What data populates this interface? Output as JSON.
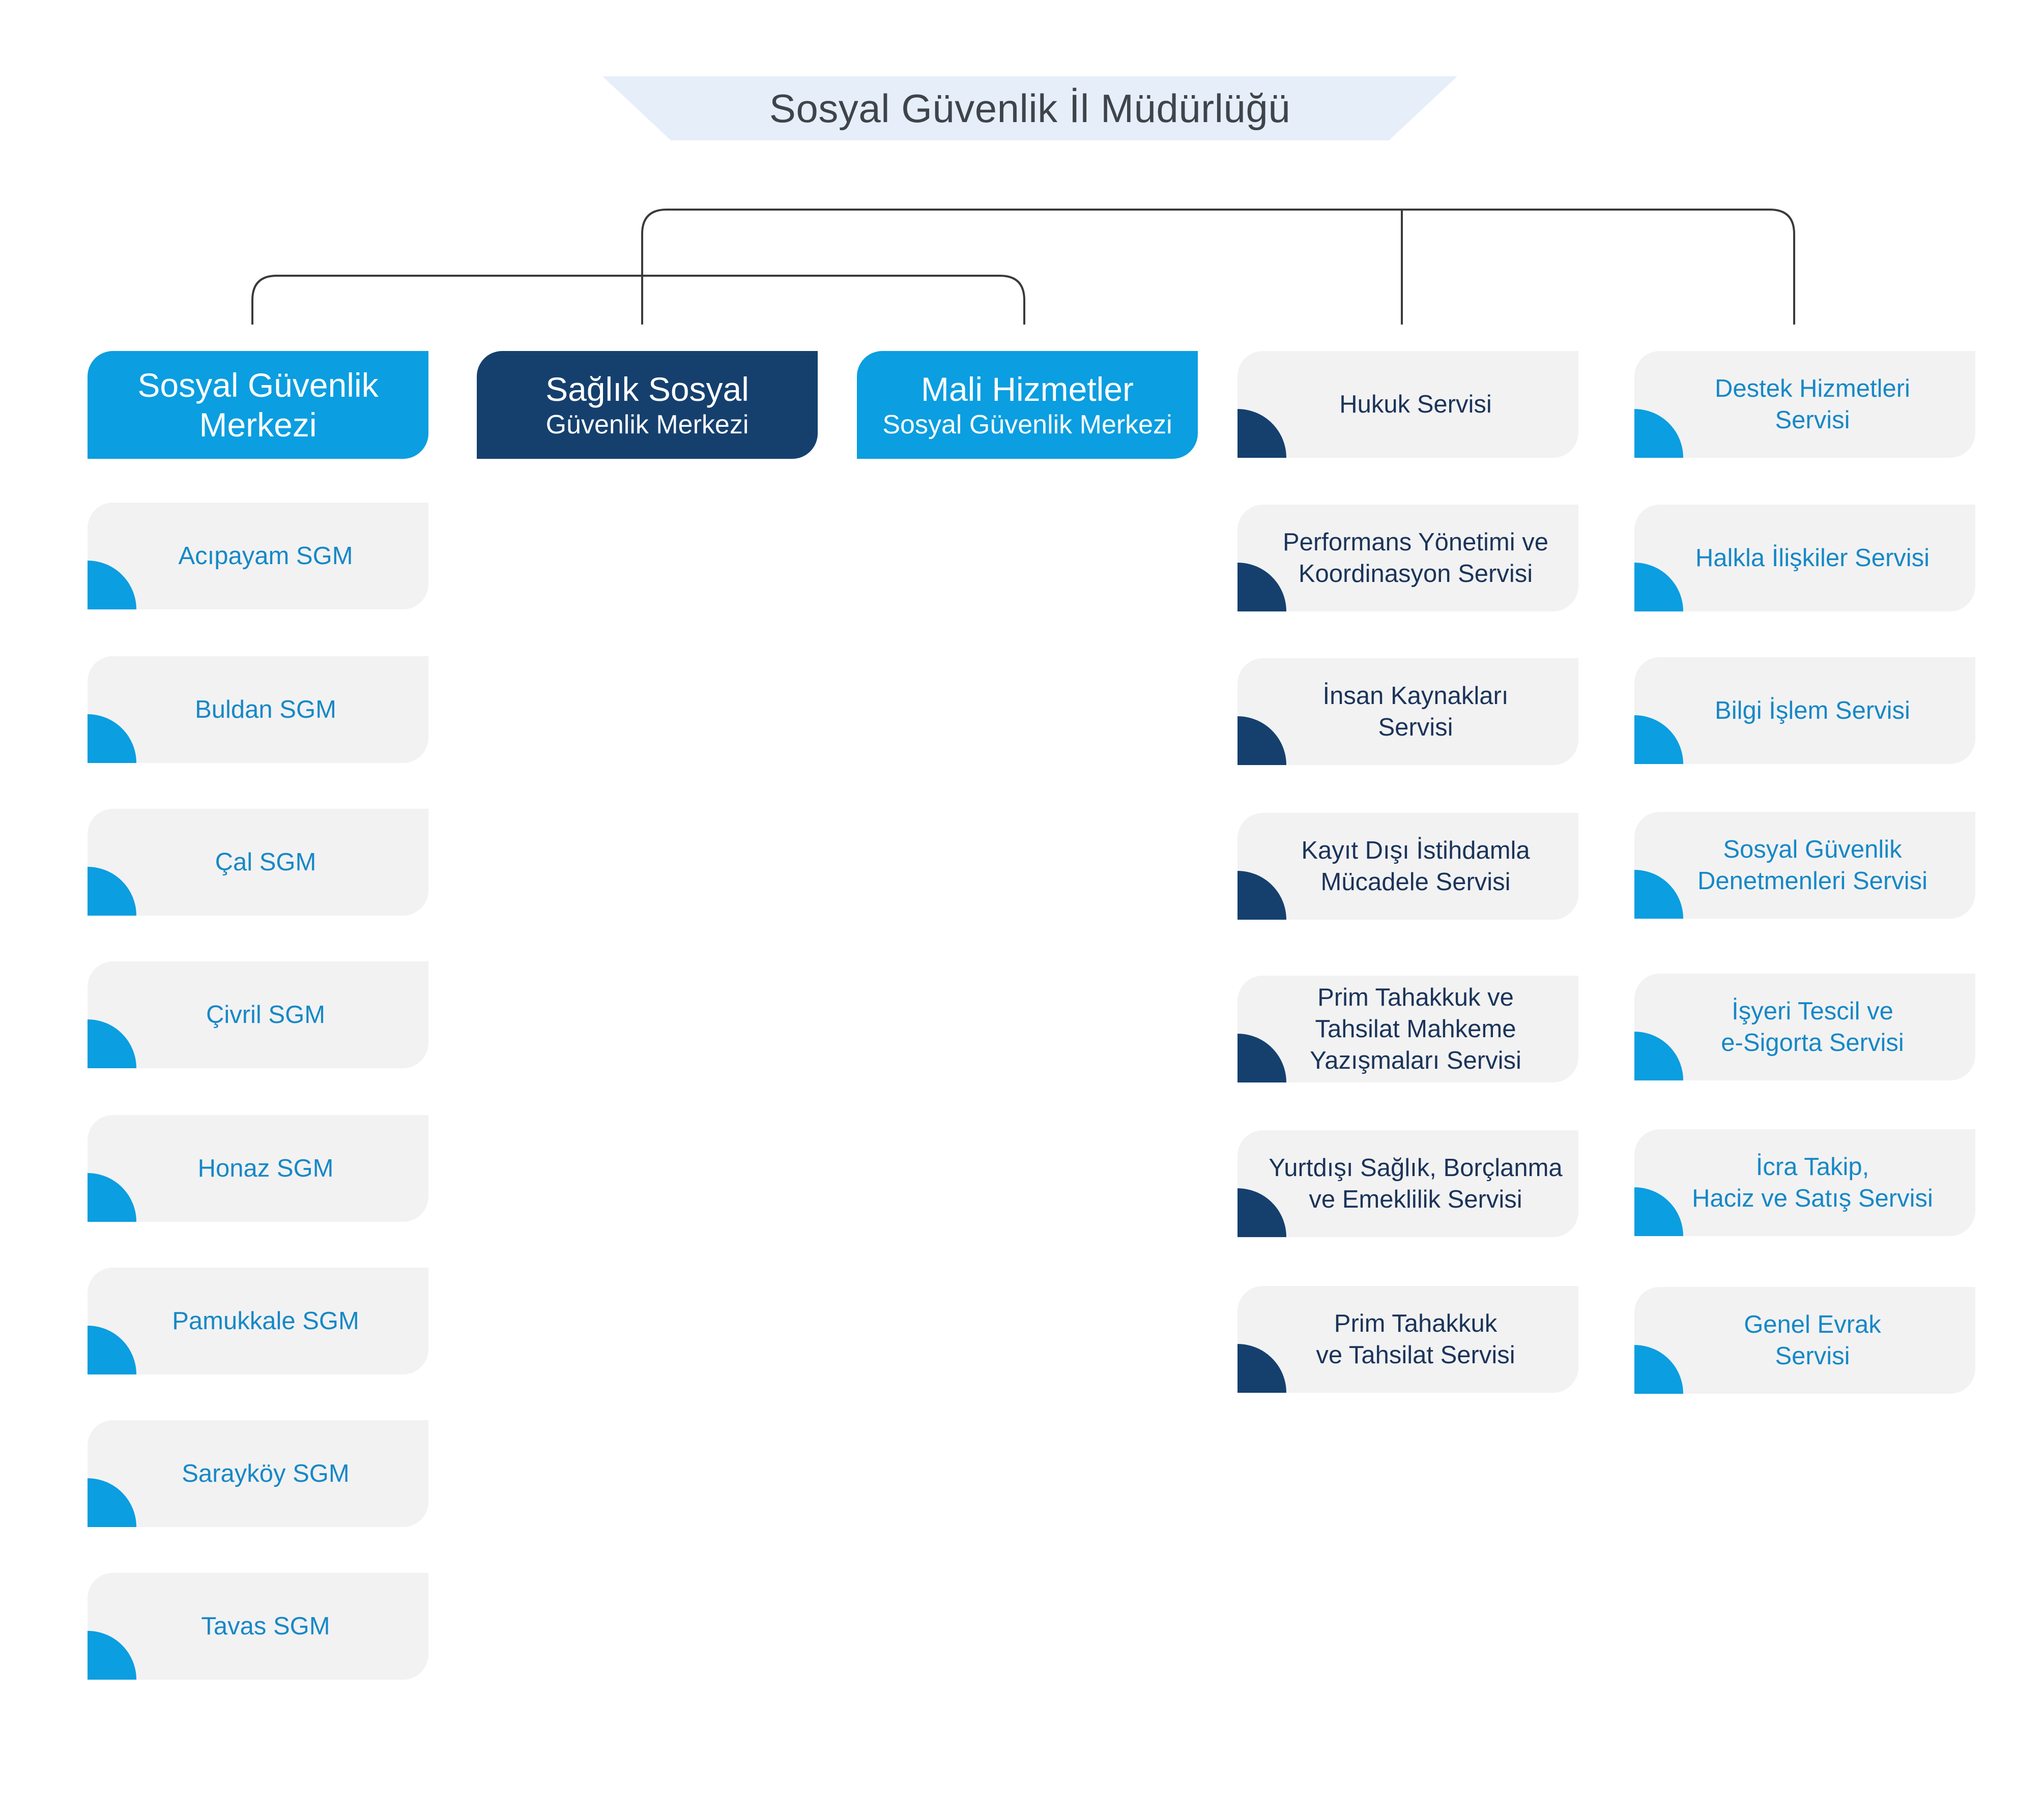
{
  "title": "Sosyal Güvenlik İl Müdürlüğü",
  "heads": [
    {
      "id": "sgm",
      "line1": "Sosyal Güvenlik",
      "line2": "Merkezi",
      "style": "light"
    },
    {
      "id": "saglik",
      "line1": "Sağlık Sosyal",
      "line2": "Güvenlik Merkezi",
      "style": "dark"
    },
    {
      "id": "mali",
      "line1": "Mali Hizmetler",
      "line2": "Sosyal Güvenlik Merkezi",
      "style": "light"
    }
  ],
  "sgm_list": [
    "Acıpayam SGM",
    "Buldan SGM",
    "Çal SGM",
    "Çivril SGM",
    "Honaz SGM",
    "Pamukkale SGM",
    "Sarayköy SGM",
    "Tavas SGM"
  ],
  "services_col1": [
    "Hukuk Servisi",
    "Performans Yönetimi ve\nKoordinasyon Servisi",
    "İnsan Kaynakları\nServisi",
    "Kayıt Dışı İstihdamla\nMücadele Servisi",
    "Prim Tahakkuk ve\nTahsilat Mahkeme\nYazışmaları Servisi",
    "Yurtdışı Sağlık, Borçlanma\nve Emeklilik Servisi",
    "Prim Tahakkuk\nve Tahsilat Servisi"
  ],
  "services_col2": [
    "Destek Hizmetleri\nServisi",
    "Halkla İlişkiler Servisi",
    "Bilgi İşlem Servisi",
    "Sosyal Güvenlik\nDenetmenleri Servisi",
    "İşyeri Tescil ve\ne-Sigorta Servisi",
    "İcra Takip,\nHaciz ve Satış Servisi",
    "Genel Evrak\nServisi"
  ],
  "colors": {
    "light_blue": "#0b9ee0",
    "navy": "#15406e",
    "card_bg": "#f2f2f3",
    "title_bg": "#e6eef9"
  }
}
